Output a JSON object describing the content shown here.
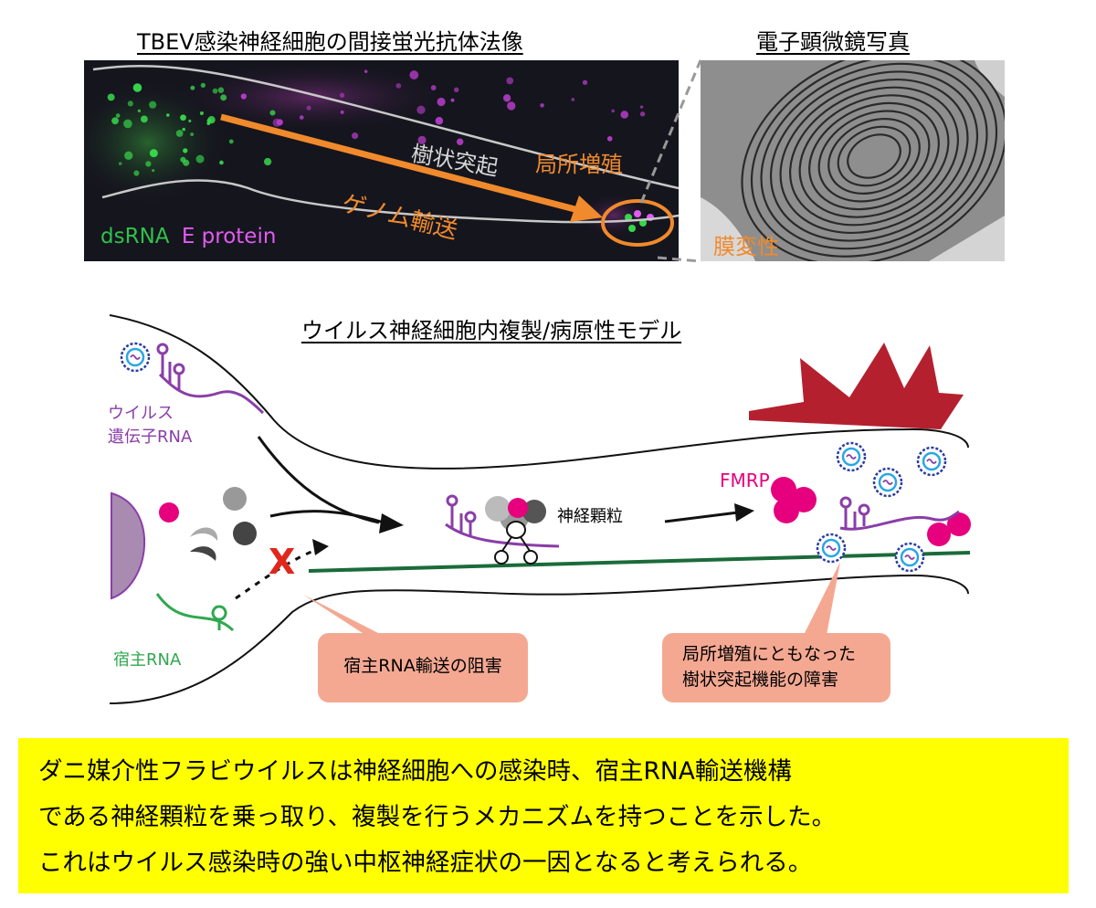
{
  "fluorescence": {
    "title": "TBEV感染神経細胞の間接蛍光抗体法像",
    "label_dendrite": "樹状突起",
    "label_local": "局所増殖",
    "label_transport": "ゲノム輸送",
    "legend_dsrna": "dsRNA",
    "legend_eprotein": "E protein"
  },
  "em": {
    "title": "電子顕微鏡写真",
    "label_membrane": "膜変性"
  },
  "model": {
    "title": "ウイルス神経細胞内複製/病原性モデル",
    "viral_rna_line1": "ウイルス",
    "viral_rna_line2": "遺伝子RNA",
    "host_rna": "宿主RNA",
    "neuronal_granule": "神経顆粒",
    "fmrp": "FMRP",
    "block_mark": "X",
    "callout_left": "宿主RNA輸送の阻害",
    "callout_right_line1": "局所増殖にともなった",
    "callout_right_line2": "樹状突起機能の障害"
  },
  "summary": {
    "line1": "ダニ媒介性フラビウイルスは神経細胞への感染時、宿主RNA輸送機構",
    "line2": "である神経顆粒を乗っ取り、複製を行うメカニズムを持つことを示した。",
    "line3": "これはウイルス感染時の強い中枢神経症状の一因となると考えられる。"
  },
  "colors": {
    "orange": "#f08a2c",
    "purple": "#8a3ea8",
    "green_host": "#2fa84f",
    "microtubule": "#1b6b3a",
    "magenta": "#e6007e",
    "crimson": "#b5202e",
    "callout": "#f4a892",
    "summary_bg": "#ffff00"
  }
}
